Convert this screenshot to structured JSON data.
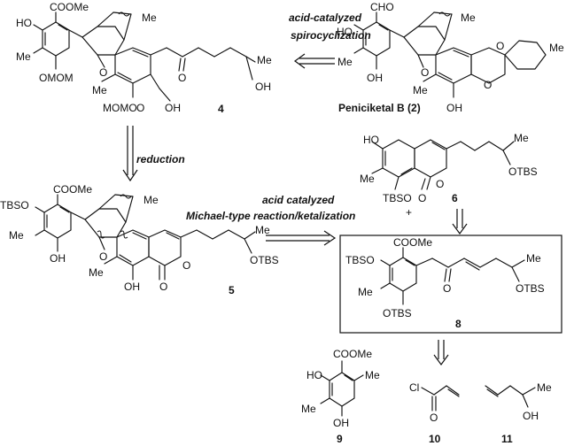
{
  "diagram": {
    "arrows": {
      "spirocyclization": "acid-catalyzed",
      "spirocyclization_2": "spirocyclization",
      "reduction": "reduction",
      "michael": "acid catalyzed",
      "michael_2": "Michael-type reaction/ketalization"
    },
    "compounds": {
      "c2": "Peniciketal B (2)",
      "c4": "4",
      "c5": "5",
      "c6": "6",
      "c8": "8",
      "c9": "9",
      "c10": "10",
      "c11": "11",
      "plus": "+"
    },
    "atoms": {
      "coome": "COOMe",
      "cho": "CHO",
      "ho": "HO",
      "oh": "OH",
      "me": "Me",
      "o": "O",
      "omom": "OMOM",
      "mom_o": "MOMO",
      "tbso": "TBSO",
      "otbs": "OTBS",
      "cl": "Cl"
    }
  }
}
